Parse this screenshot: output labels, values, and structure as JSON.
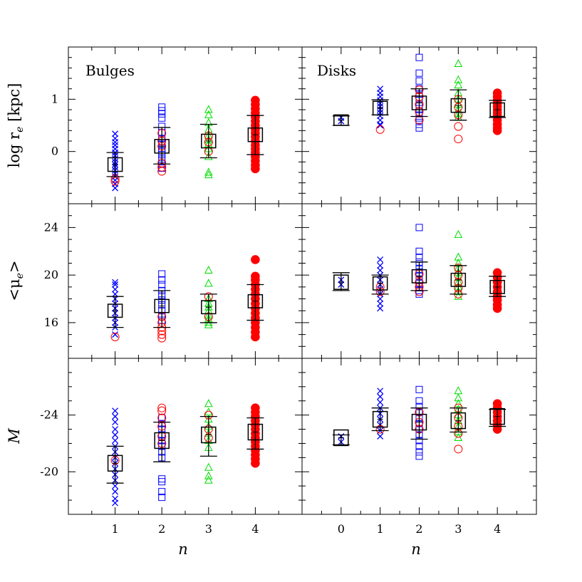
{
  "colors": {
    "series_n1": "#0000ff",
    "series_n2": "#0000ff",
    "series_n3": "#00dd00",
    "series_n4": "#ff0000",
    "overlay_circle": "#ff0000",
    "summary": "#000000",
    "background": "#ffffff"
  },
  "chart_data": {
    "type": "scatter",
    "layout": "3 rows x 2 columns, shared x axis per column, shared y axis per row",
    "markers": {
      "n1": "cross",
      "n2": "open-square",
      "n3": "open-triangle",
      "n4": "filled-circle",
      "red_open_circles": "open-circle overlays"
    },
    "columns": [
      {
        "key": "bulges",
        "title": "Bulges",
        "xlabel": "n",
        "xlim": [
          0,
          5
        ],
        "xticks": [
          "1",
          "2",
          "3",
          "4"
        ],
        "x": [
          1,
          2,
          3,
          4
        ]
      },
      {
        "key": "disks",
        "title": "Disks",
        "xlabel": "n",
        "xlim": [
          -1,
          5
        ],
        "xticks": [
          "0",
          "1",
          "2",
          "3",
          "4"
        ],
        "x": [
          0,
          1,
          2,
          3,
          4
        ]
      }
    ],
    "rows": [
      {
        "key": "re",
        "ylabel": "log r_e [kpc]",
        "ylim": [
          -1,
          2
        ],
        "yticks": [
          "1",
          "0"
        ],
        "ytick_values": [
          1,
          0
        ],
        "inverted": false
      },
      {
        "key": "mu",
        "ylabel": "<μ_e>",
        "ylim": [
          13,
          26
        ],
        "yticks": [
          "16",
          "20",
          "24"
        ],
        "ytick_values": [
          16,
          20,
          24
        ],
        "inverted": true
      },
      {
        "key": "M",
        "ylabel": "M",
        "ylim": [
          -17,
          -28
        ],
        "yticks": [
          "-24",
          "-20"
        ],
        "ytick_values": [
          -24,
          -20
        ],
        "inverted": true
      }
    ],
    "panels": [
      {
        "col": "bulges",
        "row": "re",
        "groups": [
          {
            "n": 1,
            "mean": -0.25,
            "box_err": 0.13,
            "bar": [
              -0.48,
              -0.02
            ],
            "points": [
              0.34,
              0.25,
              0.18,
              0.12,
              0.05,
              -0.02,
              -0.08,
              -0.14,
              -0.2,
              -0.25,
              -0.3,
              -0.36,
              -0.42,
              -0.48,
              -0.55,
              -0.62,
              -0.7
            ],
            "circles": [
              -0.52,
              -0.57
            ]
          },
          {
            "n": 2,
            "mean": 0.1,
            "box_err": 0.13,
            "bar": [
              -0.24,
              0.46
            ],
            "points": [
              0.85,
              0.78,
              0.72,
              0.64,
              0.48,
              0.36,
              0.25,
              0.14,
              0.06,
              0.0,
              -0.06,
              -0.15,
              -0.24,
              -0.32
            ],
            "circles": [
              0.35,
              0.2,
              0.1,
              -0.22,
              -0.3,
              -0.38
            ]
          },
          {
            "n": 3,
            "mean": 0.2,
            "box_err": 0.13,
            "bar": [
              -0.12,
              0.52
            ],
            "points": [
              0.8,
              0.7,
              0.55,
              0.42,
              0.3,
              0.22,
              0.14,
              0.05,
              -0.1,
              -0.4,
              -0.45
            ],
            "circles": [
              0.3,
              0.18,
              0.0
            ]
          },
          {
            "n": 4,
            "mean": 0.32,
            "box_err": 0.13,
            "bar": [
              -0.06,
              0.69
            ],
            "points": [
              0.98,
              0.9,
              0.82,
              0.74,
              0.66,
              0.58,
              0.5,
              0.42,
              0.35,
              0.28,
              0.2,
              0.12,
              0.05,
              -0.02,
              -0.1,
              -0.18,
              -0.26,
              -0.33
            ],
            "circles": []
          }
        ]
      },
      {
        "col": "disks",
        "row": "re",
        "groups": [
          {
            "n": 0,
            "mean": 0.6,
            "box_err": 0.1,
            "bar": [
              0.5,
              0.68
            ],
            "points": [
              0.65,
              0.58
            ],
            "circles": []
          },
          {
            "n": 1,
            "mean": 0.83,
            "box_err": 0.13,
            "bar": [
              0.7,
              0.99
            ],
            "points": [
              1.2,
              1.12,
              1.05,
              0.98,
              0.92,
              0.86,
              0.8,
              0.74,
              0.68,
              0.6,
              0.52,
              0.5
            ],
            "circles": [
              0.42
            ]
          },
          {
            "n": 2,
            "mean": 0.93,
            "box_err": 0.13,
            "bar": [
              0.67,
              1.2
            ],
            "points": [
              1.8,
              1.5,
              1.35,
              1.2,
              1.1,
              1.0,
              0.9,
              0.82,
              0.74,
              0.68,
              0.6,
              0.52,
              0.45
            ],
            "circles": [
              1.18,
              1.05,
              0.9,
              0.76,
              0.6
            ]
          },
          {
            "n": 3,
            "mean": 0.88,
            "box_err": 0.13,
            "bar": [
              0.6,
              1.18
            ],
            "points": [
              1.68,
              1.37,
              1.27,
              1.12,
              1.0,
              0.9,
              0.8,
              0.72,
              0.65
            ],
            "circles": [
              1.0,
              0.85,
              0.7,
              0.48,
              0.24
            ]
          },
          {
            "n": 4,
            "mean": 0.8,
            "box_err": 0.13,
            "bar": [
              0.65,
              0.98
            ],
            "points": [
              1.12,
              1.05,
              0.98,
              0.92,
              0.86,
              0.8,
              0.74,
              0.68,
              0.6,
              0.52,
              0.45,
              0.4
            ],
            "circles": []
          }
        ]
      },
      {
        "col": "bulges",
        "row": "mu",
        "groups": [
          {
            "n": 1,
            "mean": 17.0,
            "box_err": 0.55,
            "bar": [
              15.6,
              18.2
            ],
            "points": [
              15.0,
              15.6,
              16.0,
              16.4,
              16.8,
              17.2,
              17.6,
              18.0,
              18.4,
              18.8,
              19.2,
              19.4
            ],
            "circles": [
              14.8
            ]
          },
          {
            "n": 2,
            "mean": 17.4,
            "box_err": 0.55,
            "bar": [
              15.6,
              18.7
            ],
            "points": [
              16.2,
              16.6,
              17.0,
              17.5,
              17.9,
              18.3,
              18.7,
              19.2,
              19.6,
              20.1
            ],
            "circles": [
              14.7,
              15.0,
              15.3,
              15.6,
              16.0,
              16.5
            ]
          },
          {
            "n": 3,
            "mean": 17.3,
            "box_err": 0.55,
            "bar": [
              16.0,
              18.4
            ],
            "points": [
              15.8,
              16.0,
              16.3,
              16.6,
              17.0,
              17.3,
              17.6,
              18.0,
              19.3,
              20.4
            ],
            "circles": [
              16.5,
              18.2
            ]
          },
          {
            "n": 4,
            "mean": 17.8,
            "box_err": 0.55,
            "bar": [
              16.2,
              19.2
            ],
            "points": [
              14.8,
              15.2,
              15.6,
              16.0,
              16.4,
              16.8,
              17.2,
              17.6,
              18.0,
              18.4,
              18.8,
              19.2,
              19.6,
              19.9,
              21.3
            ],
            "circles": []
          }
        ]
      },
      {
        "col": "disks",
        "row": "mu",
        "groups": [
          {
            "n": 0,
            "mean": 19.4,
            "box_err": 0.6,
            "bar": [
              18.7,
              20.2
            ],
            "points": [
              19.2,
              19.6
            ],
            "circles": []
          },
          {
            "n": 1,
            "mean": 19.3,
            "box_err": 0.55,
            "bar": [
              18.4,
              20.0
            ],
            "points": [
              17.2,
              17.6,
              18.0,
              18.4,
              18.8,
              19.2,
              19.6,
              20.0,
              20.4,
              20.8,
              21.3
            ],
            "circles": [
              18.6,
              19.0
            ]
          },
          {
            "n": 2,
            "mean": 19.9,
            "box_err": 0.55,
            "bar": [
              18.7,
              21.1
            ],
            "points": [
              18.4,
              18.7,
              19.0,
              19.3,
              19.6,
              19.9,
              20.2,
              20.5,
              20.8,
              21.1,
              21.5,
              22.0,
              24.0
            ],
            "circles": [
              18.6,
              19.0,
              19.4,
              20.1
            ]
          },
          {
            "n": 3,
            "mean": 19.6,
            "box_err": 0.55,
            "bar": [
              18.4,
              20.8
            ],
            "points": [
              18.2,
              18.6,
              19.0,
              19.4,
              19.8,
              20.2,
              20.6,
              21.0,
              21.5,
              23.4
            ],
            "circles": [
              18.4,
              18.9,
              19.4,
              20.0,
              20.6
            ]
          },
          {
            "n": 4,
            "mean": 19.0,
            "box_err": 0.55,
            "bar": [
              18.2,
              19.9
            ],
            "points": [
              17.2,
              17.5,
              17.9,
              18.2,
              18.6,
              19.0,
              19.4,
              19.8,
              20.2
            ],
            "circles": []
          }
        ]
      },
      {
        "col": "bulges",
        "row": "M",
        "groups": [
          {
            "n": 1,
            "mean": -20.6,
            "box_err": 0.55,
            "bar": [
              -21.8,
              -19.2
            ],
            "points": [
              -24.3,
              -23.9,
              -23.5,
              -23.0,
              -22.6,
              -22.2,
              -21.8,
              -21.4,
              -21.0,
              -20.6,
              -20.2,
              -19.8,
              -19.4,
              -19.0,
              -18.6,
              -18.1,
              -17.8
            ],
            "circles": [
              -20.8
            ]
          },
          {
            "n": 2,
            "mean": -22.2,
            "box_err": 0.55,
            "bar": [
              -23.5,
              -20.7
            ],
            "points": [
              -23.8,
              -23.4,
              -23.0,
              -22.6,
              -22.2,
              -21.8,
              -21.4,
              -21.0,
              -19.5,
              -19.3,
              -18.6,
              -18.2
            ],
            "circles": [
              -24.5,
              -24.3,
              -23.8,
              -23.2,
              -22.5,
              -22.0
            ]
          },
          {
            "n": 3,
            "mean": -22.6,
            "box_err": 0.55,
            "bar": [
              -23.9,
              -21.1
            ],
            "points": [
              -24.8,
              -24.2,
              -23.7,
              -23.2,
              -22.7,
              -22.2,
              -21.7,
              -20.3,
              -19.7,
              -19.4
            ],
            "circles": [
              -24.0,
              -23.0,
              -22.4
            ]
          },
          {
            "n": 4,
            "mean": -22.8,
            "box_err": 0.55,
            "bar": [
              -23.8,
              -21.6
            ],
            "points": [
              -24.5,
              -24.2,
              -23.9,
              -23.6,
              -23.3,
              -23.0,
              -22.7,
              -22.4,
              -22.1,
              -21.8,
              -21.5,
              -21.2,
              -20.9,
              -20.6
            ],
            "circles": []
          }
        ]
      },
      {
        "col": "disks",
        "row": "M",
        "groups": [
          {
            "n": 0,
            "mean": -22.4,
            "box_err": 0.55,
            "bar": [
              -22.6,
              -21.9
            ],
            "points": [
              -22.5,
              -22.1
            ],
            "circles": []
          },
          {
            "n": 1,
            "mean": -23.7,
            "box_err": 0.55,
            "bar": [
              -24.5,
              -22.9
            ],
            "points": [
              -25.7,
              -25.3,
              -24.9,
              -24.5,
              -24.1,
              -23.7,
              -23.3,
              -22.9,
              -22.5
            ],
            "circles": [
              -23.0
            ]
          },
          {
            "n": 2,
            "mean": -23.5,
            "box_err": 0.55,
            "bar": [
              -24.5,
              -22.3
            ],
            "points": [
              -25.8,
              -25.0,
              -24.6,
              -24.2,
              -23.8,
              -23.4,
              -23.0,
              -22.6,
              -22.2,
              -21.8,
              -21.4,
              -21.1
            ],
            "circles": [
              -24.2,
              -23.5,
              -23.0
            ]
          },
          {
            "n": 3,
            "mean": -23.6,
            "box_err": 0.55,
            "bar": [
              -24.5,
              -22.8
            ],
            "points": [
              -25.7,
              -25.2,
              -24.8,
              -24.4,
              -24.0,
              -23.6,
              -23.2,
              -22.8,
              -22.4
            ],
            "circles": [
              -24.5,
              -23.8,
              -23.2,
              -22.7,
              -21.6
            ]
          },
          {
            "n": 4,
            "mean": -23.9,
            "box_err": 0.55,
            "bar": [
              -24.4,
              -23.2
            ],
            "points": [
              -24.8,
              -24.5,
              -24.2,
              -23.9,
              -23.6,
              -23.3,
              -23.0
            ],
            "circles": []
          }
        ]
      }
    ],
    "labels": {
      "bulges": "Bulges",
      "disks": "Disks",
      "xlabel": "n",
      "ylabel_re_main": "log r",
      "ylabel_re_sub": "e",
      "ylabel_re_unit": " [kpc]",
      "ylabel_mu_open": "<μ",
      "ylabel_mu_sub": "e",
      "ylabel_mu_close": ">",
      "ylabel_M": "M"
    }
  }
}
